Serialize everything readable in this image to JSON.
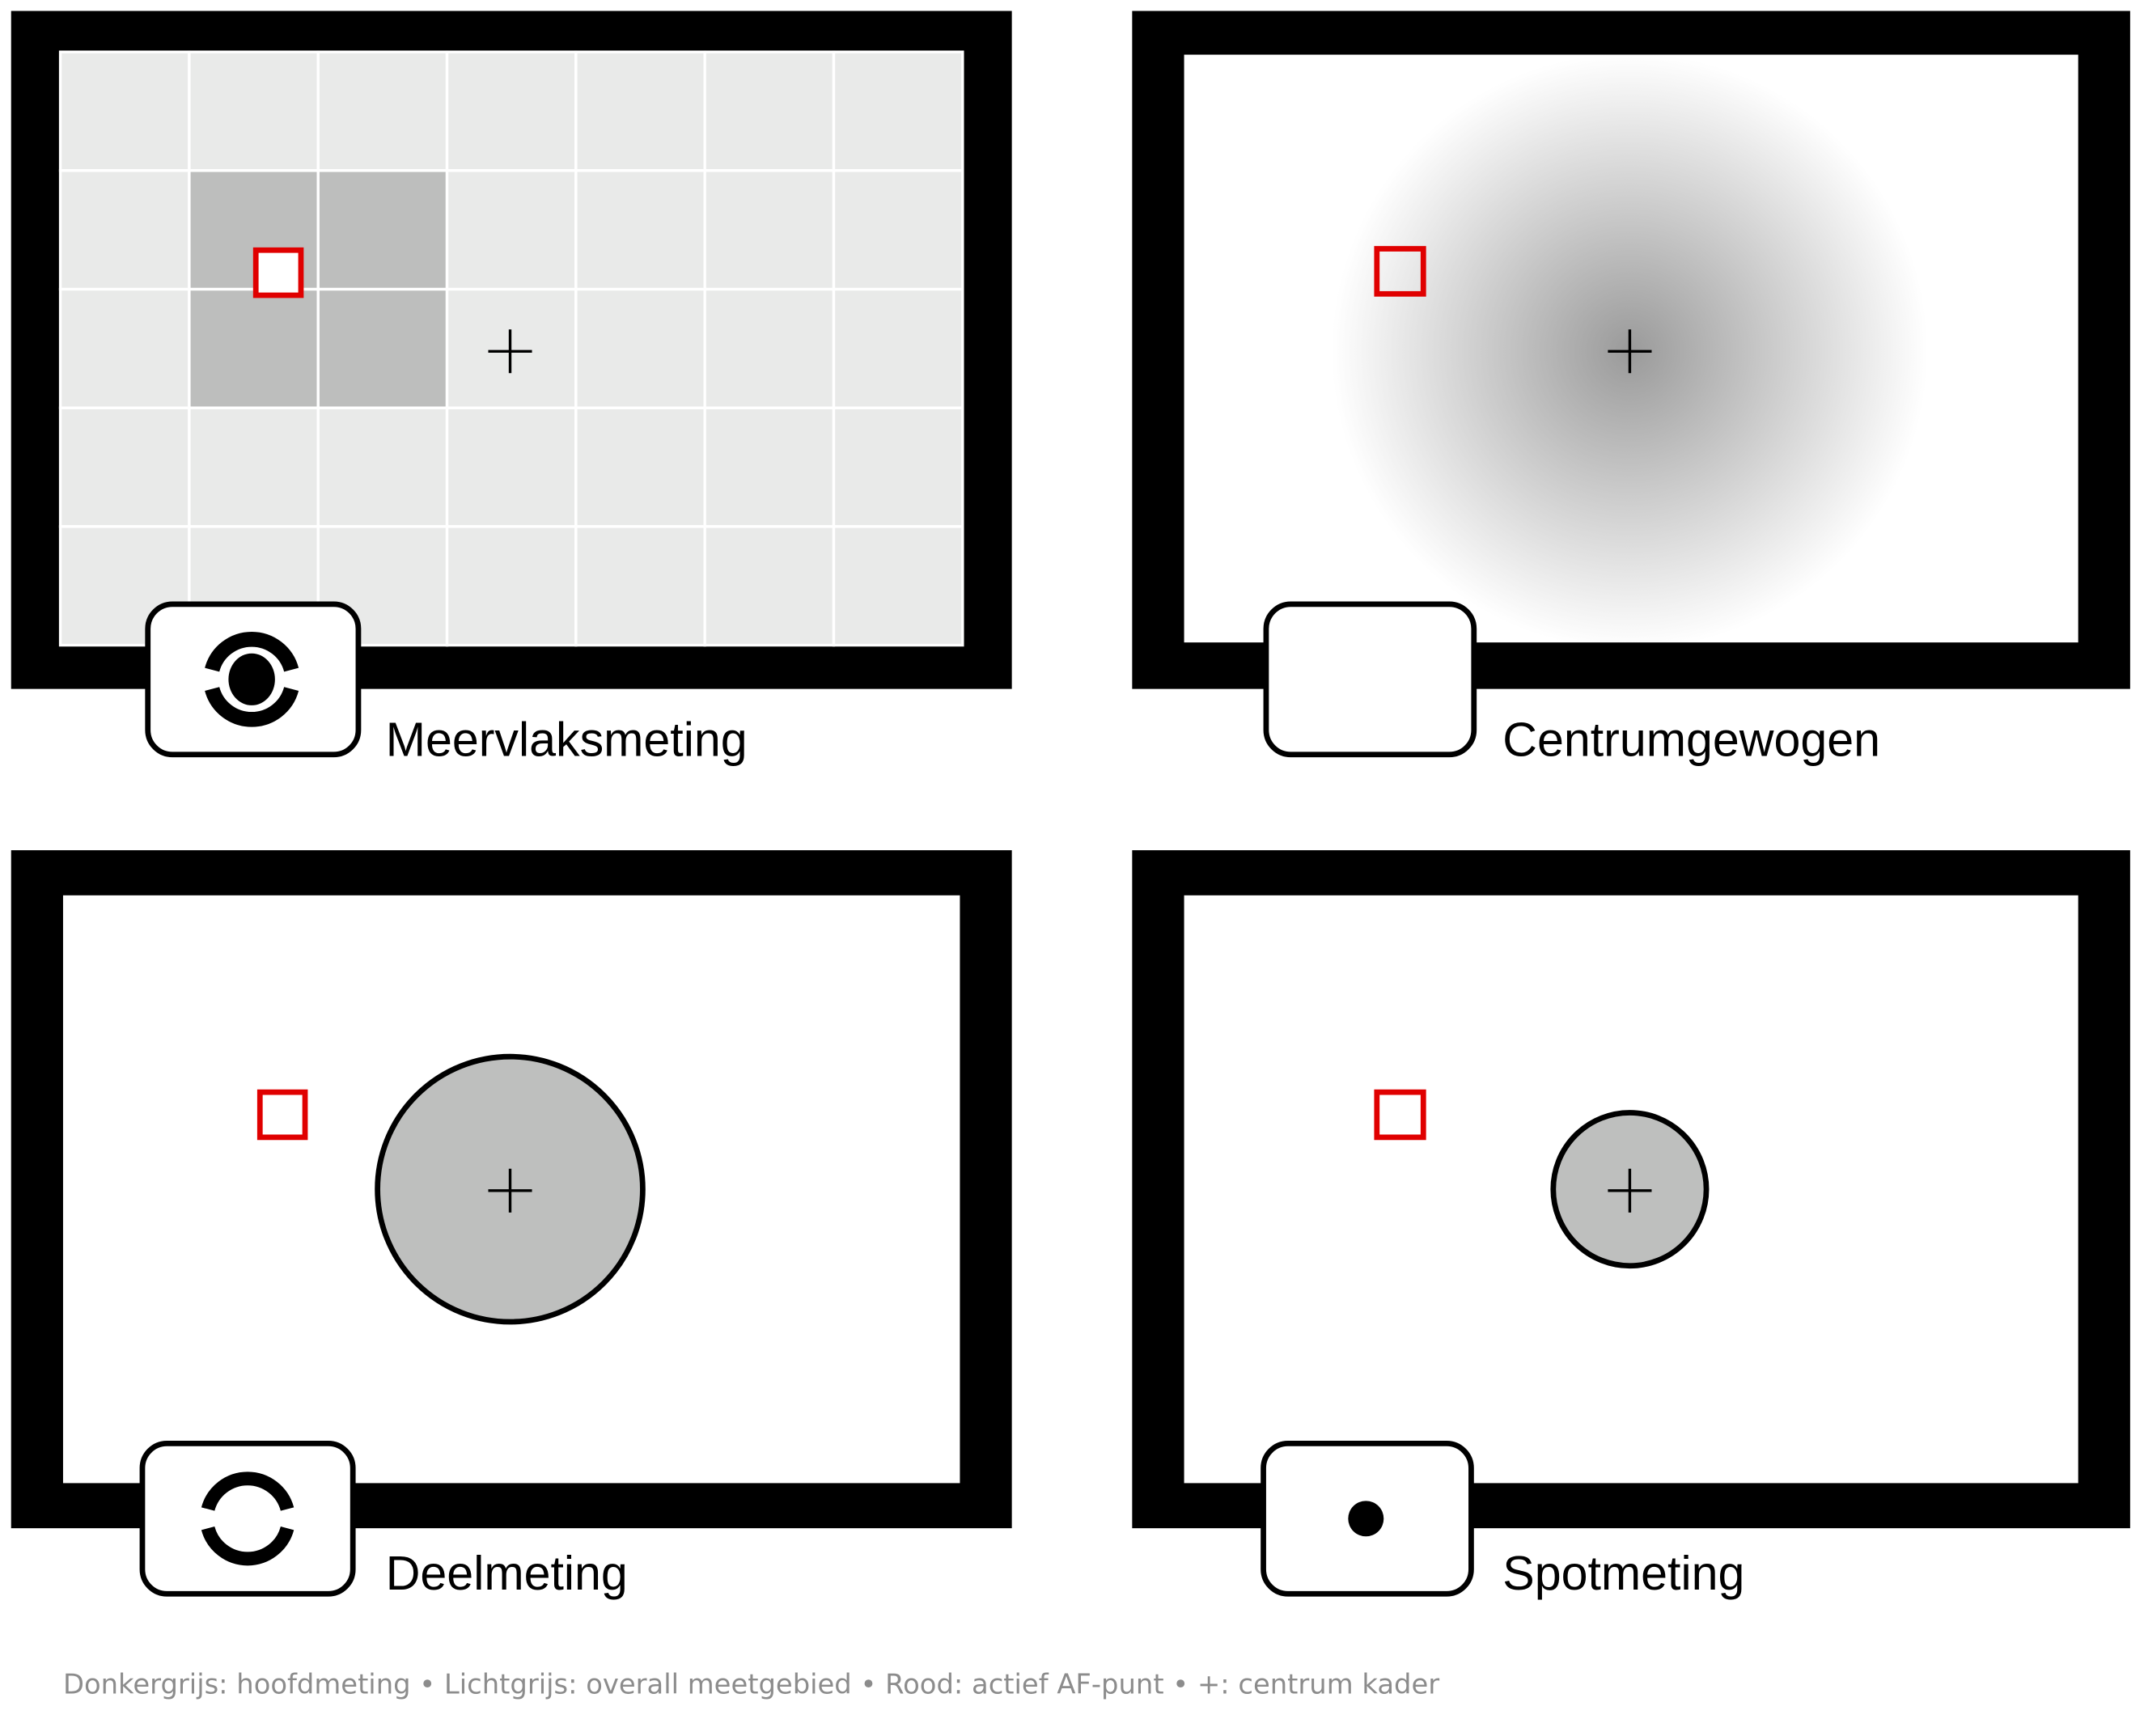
{
  "panels": [
    {
      "label": "Meervlaksmeting",
      "icon": "matrix-metering-icon"
    },
    {
      "label": "Centrumgewogen",
      "icon": "center-weighted-icon"
    },
    {
      "label": "Deelmeting",
      "icon": "partial-metering-icon"
    },
    {
      "label": "Spotmeting",
      "icon": "spot-metering-icon"
    }
  ],
  "legend": "Donkergrijs: hoofdmeting • Lichtgrijs: overall meetgebied • Rood: actief AF-punt • +: centrum kader",
  "colors": {
    "frame": "#000000",
    "light_grey": "#e9eae9",
    "dark_grey": "#bdbebd",
    "af_point": "#e00000",
    "legend_text": "#8c8c8c"
  }
}
